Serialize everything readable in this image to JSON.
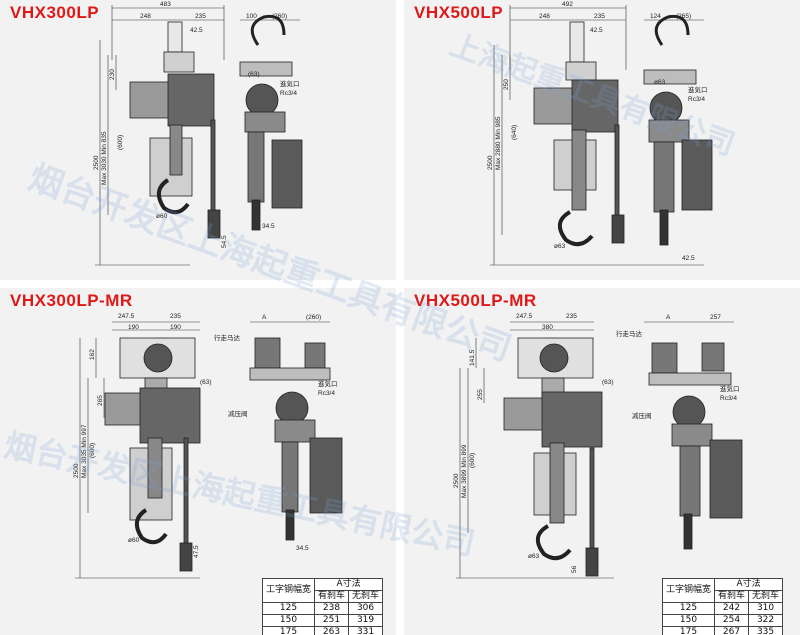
{
  "panels": [
    {
      "title": "VHX300LP",
      "dims": {
        "top_total": "483",
        "top_left": "248",
        "top_right": "235",
        "hook_w": "42.5",
        "side_a": "100",
        "side_b": "(260)",
        "h1": "230",
        "h2": "2500",
        "h3": "Max 3030 Min 835",
        "h4": "(600)",
        "d_hook": "ø60",
        "low": "54.5",
        "side_low": "34.5",
        "side_r": "(63)"
      },
      "labels": {
        "inlet": "進気口",
        "inlet_spec": "Rc3/4"
      }
    },
    {
      "title": "VHX500LP",
      "dims": {
        "top_total": "492",
        "top_left": "248",
        "top_right": "235",
        "hook_w": "42.5",
        "side_a": "124",
        "side_b": "(265)",
        "h1": "250",
        "h2": "2500",
        "h3": "Max 2880 Min 985",
        "h4": "(640)",
        "d_hook": "ø63",
        "low": "42.5",
        "side_r": "ø63"
      },
      "labels": {
        "inlet": "進気口",
        "inlet_spec": "Rc3/4"
      }
    },
    {
      "title": "VHX300LP-MR",
      "dims": {
        "top_total": "247.5",
        "top_mid": "235",
        "top_a": "190",
        "top_b": "190",
        "A": "A",
        "side_b": "(260)",
        "h1": "162",
        "h2": "265",
        "h3": "2500",
        "h4": "Max 3035 Min 997",
        "h5": "(600)",
        "d_hook": "ø60",
        "low": "47.5",
        "side_low": "34.5",
        "side_r": "(63)"
      },
      "labels": {
        "motor": "行走马达",
        "inlet": "進気口",
        "inlet_spec": "Rc3/4",
        "valve": "减压阀"
      }
    },
    {
      "title": "VHX500LP-MR",
      "dims": {
        "top_total": "247.5",
        "top_mid": "235",
        "top_a": "380",
        "A": "A",
        "side_b": "257",
        "h1": "141.5",
        "h2": "255",
        "h3": "2500",
        "h4": "Max 3899 Min 899",
        "h5": "(600)",
        "d_hook": "ø63",
        "low": "56",
        "side_r": "(63)"
      },
      "labels": {
        "motor": "行走马达",
        "inlet": "進気口",
        "inlet_spec": "Rc3/4",
        "valve": "减压阀"
      }
    }
  ],
  "tables": [
    {
      "header_beam": "工字钢幅宽",
      "header_a": "A寸法",
      "sub1": "有刹车",
      "sub2": "无刹车",
      "rows": [
        [
          "125",
          "238",
          "306"
        ],
        [
          "150",
          "251",
          "319"
        ],
        [
          "175",
          "263",
          "331"
        ]
      ]
    },
    {
      "header_beam": "工字钢幅宽",
      "header_a": "A寸法",
      "sub1": "有刹车",
      "sub2": "无刹车",
      "rows": [
        [
          "125",
          "242",
          "310"
        ],
        [
          "150",
          "254",
          "322"
        ],
        [
          "175",
          "267",
          "335"
        ]
      ]
    }
  ],
  "watermark": [
    "烟台开发区上海起重工具有限公司",
    "上海起重工具有限公司",
    "烟台开发区上海起重工具有限公司"
  ]
}
